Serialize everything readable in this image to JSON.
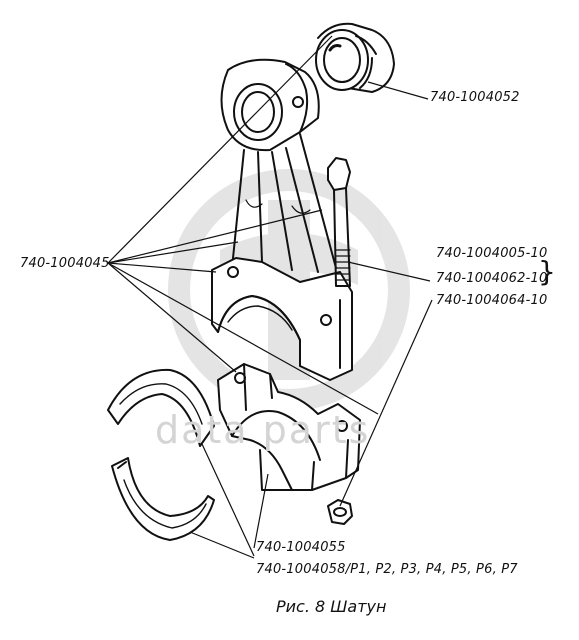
{
  "watermark": {
    "text": "data parts"
  },
  "labels": {
    "bushing": "740-1004052",
    "rod_assembly": "740-1004045",
    "bolt_1": "740-1004005-10",
    "bolt_2": "740-1004062-10",
    "nut": "740-1004064-10",
    "bearing_std": "740-1004055",
    "bearing_repair": "740-1004058/P1, P2, P3, P4, P5, P6, P7"
  },
  "caption": "Рис. 8 Шатун"
}
